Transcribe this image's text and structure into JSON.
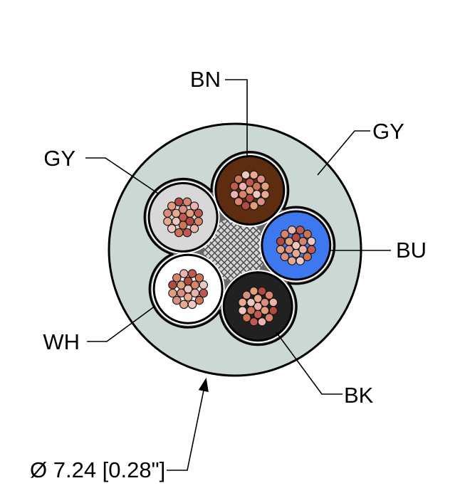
{
  "diagram": {
    "type": "cable-cross-section",
    "labels": {
      "bn": "BN",
      "gy_jacket": "GY",
      "gy_core": "GY",
      "bu": "BU",
      "wh": "WH",
      "bk": "BK",
      "diameter": "Ø 7.24 [0.28\"]"
    },
    "jacket": {
      "code": "GY",
      "color": "#cbd8d4"
    },
    "conductors": [
      {
        "code": "BN",
        "name": "brown",
        "color": "#5e2c0e"
      },
      {
        "code": "BU",
        "name": "blue",
        "color": "#3e78ee"
      },
      {
        "code": "BK",
        "name": "black",
        "color": "#212121"
      },
      {
        "code": "WH",
        "name": "white",
        "color": "#ffffff"
      },
      {
        "code": "GY",
        "name": "gray",
        "color": "#d8d8d8"
      }
    ],
    "colors": {
      "outline": "#000000",
      "filler": "#686868",
      "hatch_bg": "#d6d6d6",
      "hatch_line": "#4c4c4c",
      "separator": "#ffffff",
      "strand_outline": "#141414",
      "strand_palette": [
        "#eab4ac",
        "#da8e82",
        "#c05a50",
        "#e29d7a",
        "#cd7456",
        "#b04a42",
        "#f0c6c0",
        "#d8836a",
        "#e8a98e"
      ]
    }
  }
}
